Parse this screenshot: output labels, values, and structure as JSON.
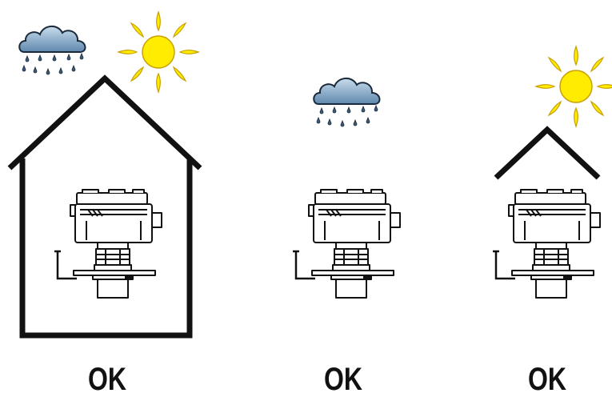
{
  "panels": [
    {
      "scenario": "house",
      "weather": [
        "rain-cloud-icon",
        "sun-icon"
      ],
      "status": "OK"
    },
    {
      "scenario": "rain",
      "weather": [
        "rain-cloud-icon"
      ],
      "status": "OK"
    },
    {
      "scenario": "sun-shade",
      "weather": [
        "sun-icon"
      ],
      "status": "OK"
    }
  ],
  "colors": {
    "line": "#111111",
    "sun": "#ffec00",
    "cloud": "#7fa6c6",
    "rain": "#3a5a7a"
  }
}
